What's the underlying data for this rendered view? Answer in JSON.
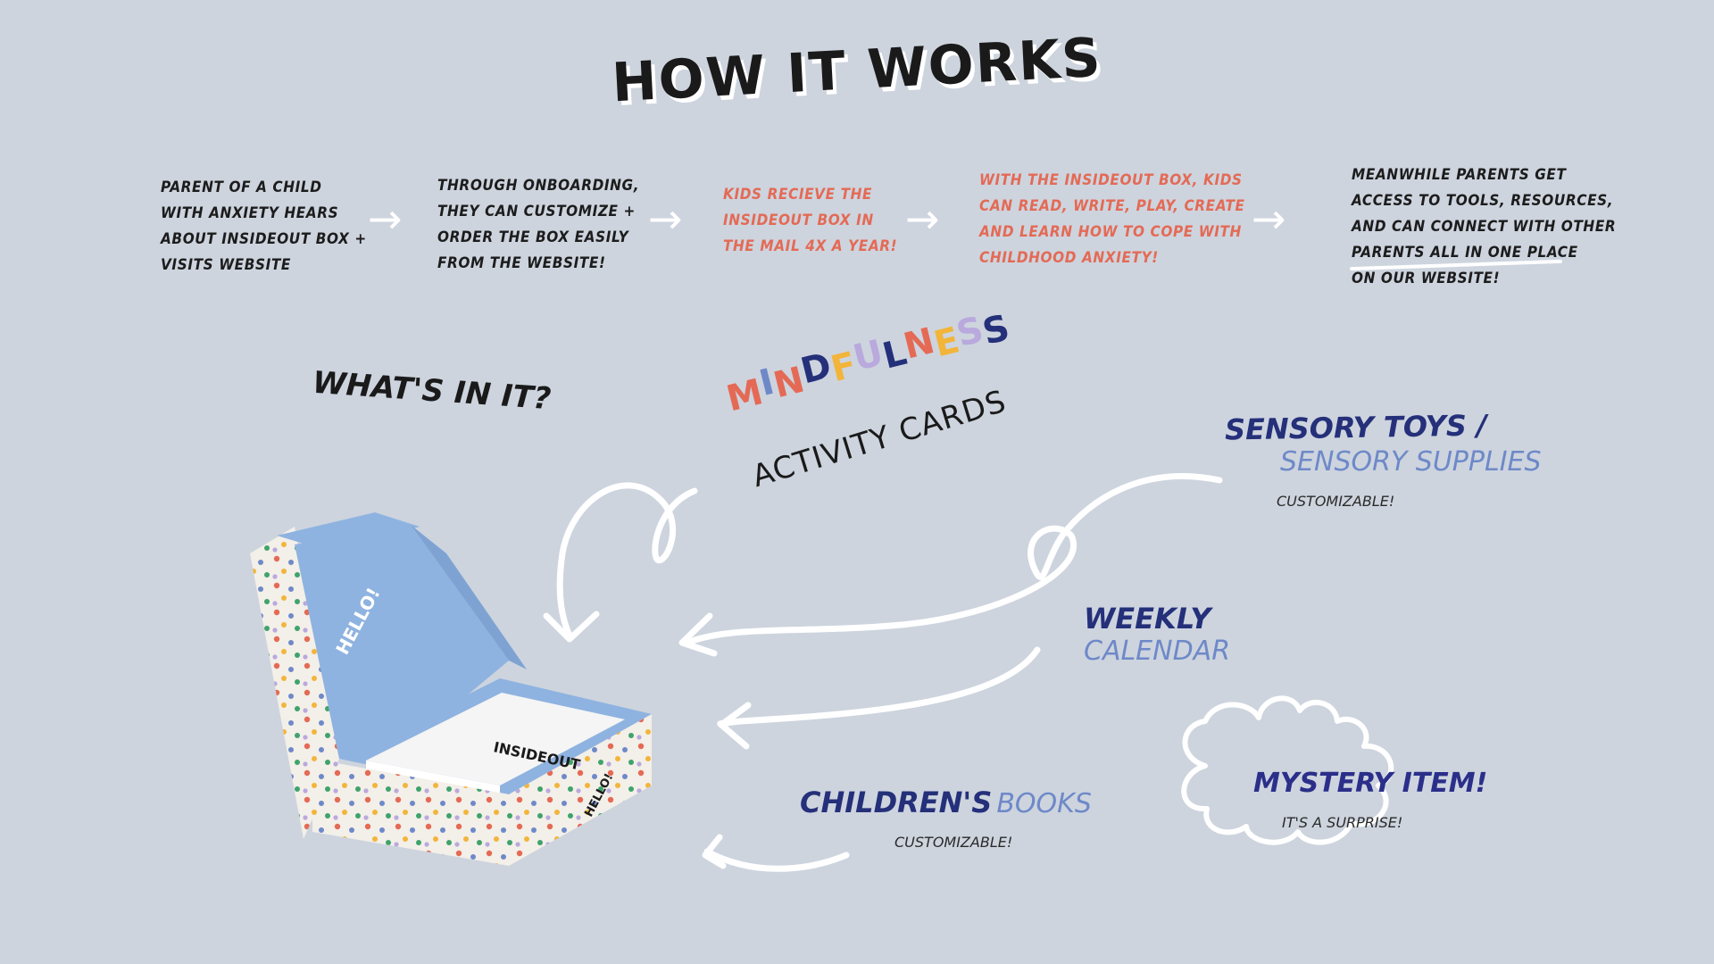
{
  "title": "HOW IT WORKS",
  "steps": [
    {
      "text": "PARENT OF A CHILD\nWITH ANXIETY HEARS\nABOUT INSIDEOUT BOX +\nVISITS WEBSITE",
      "color": "#1c1c1c"
    },
    {
      "text": "THROUGH ONBOARDING,\nTHEY CAN CUSTOMIZE +\nORDER THE BOX EASILY\nFROM THE WEBSITE!",
      "color": "#1c1c1c"
    },
    {
      "text": "KIDS RECIEVE THE\nINSIDEOUT BOX IN\nTHE MAIL 4X A YEAR!",
      "color": "#e46a55"
    },
    {
      "text": "WITH THE INSIDEOUT BOX,  KIDS\nCAN READ, WRITE, PLAY, CREATE\nAND LEARN HOW TO COPE WITH\nCHILDHOOD ANXIETY!",
      "color": "#e46a55"
    },
    {
      "text": "MEANWHILE PARENTS GET\nACCESS TO TOOLS, RESOURCES,\nAND CAN CONNECT WITH OTHER\nPARENTS ALL IN ONE PLACE\nON OUR WEBSITE!",
      "color": "#1c1c1c"
    }
  ],
  "arrow_glyph": "→",
  "whats_in": "WHAT'S IN IT?",
  "mindfulness": {
    "letters": [
      "M",
      "I",
      "N",
      "D",
      "F",
      "U",
      "L",
      "N",
      "E",
      "S",
      "S"
    ],
    "letter_colors": [
      "#e46a55",
      "#6e89c8",
      "#e46a55",
      "#25307a",
      "#f2b53a",
      "#b9a9dd",
      "#25307a",
      "#e46a55",
      "#f2b53a",
      "#b9a9dd",
      "#25307a"
    ],
    "subtitle": "ACTIVITY CARDS"
  },
  "items": {
    "sensory": {
      "title": "SENSORY TOYS /",
      "subtitle": "SENSORY SUPPLIES",
      "note": "CUSTOMIZABLE!"
    },
    "weekly": {
      "title": "WEEKLY",
      "subtitle": "CALENDAR"
    },
    "books": {
      "title_bold": "CHILDREN'S",
      "title_light": "BOOKS",
      "note": "CUSTOMIZABLE!"
    },
    "mystery": {
      "title": "MYSTERY ITEM!",
      "note": "IT'S A SURPRISE!"
    }
  },
  "box": {
    "lid_text": "HELLO!",
    "brand_text": "INSIDEOUT",
    "side_text": "HELLO!"
  },
  "colors": {
    "background": "#cdd4de",
    "navy": "#25307a",
    "periwinkle": "#6e89c8",
    "coral": "#e46a55",
    "box_blue": "#8fb3e0"
  }
}
